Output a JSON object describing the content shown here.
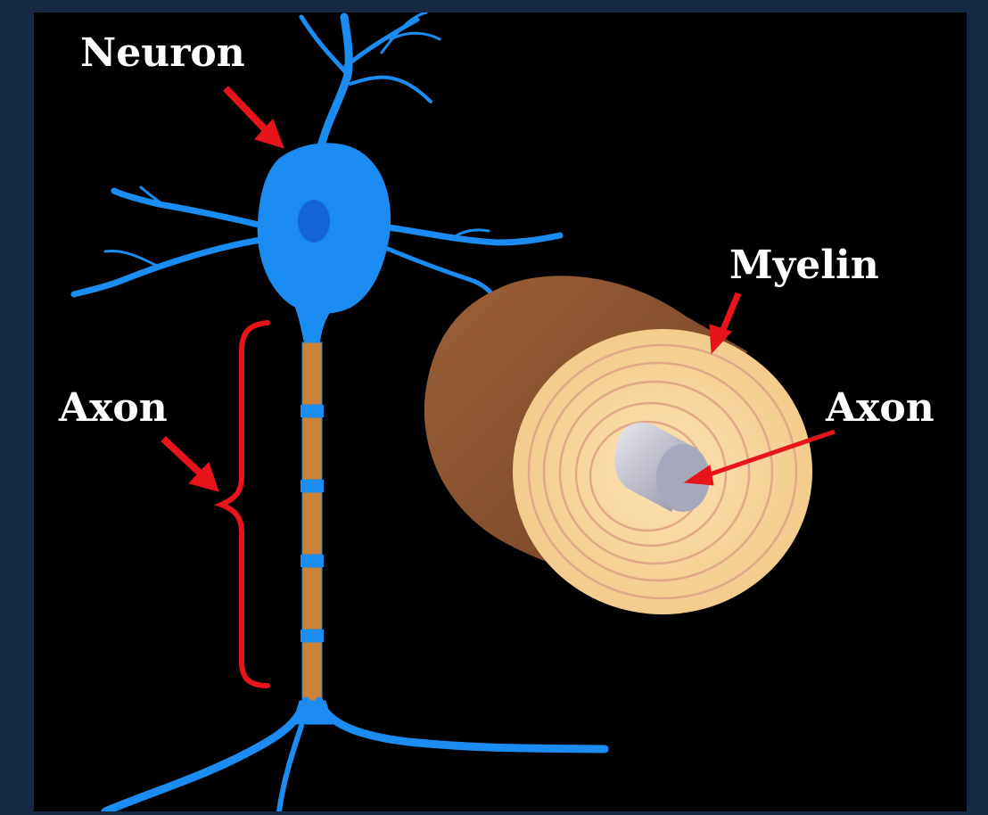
{
  "labels": {
    "neuron": "Neuron",
    "axon_left": "Axon",
    "myelin": "Myelin",
    "axon_right": "Axon"
  },
  "colors": {
    "page_background": "#172843",
    "diagram_background": "#000000",
    "neuron": "#1a8cf2",
    "nucleus": "#1565d8",
    "myelin_segment": "#c98236",
    "myelin_outer": "#8a5432",
    "myelin_face": "#f7d49a",
    "axon_core": "#b8b8c8",
    "arrow": "#e8141c",
    "label_text": "#ffffff"
  },
  "icons": [
    "arrow-icon",
    "brace-icon"
  ]
}
